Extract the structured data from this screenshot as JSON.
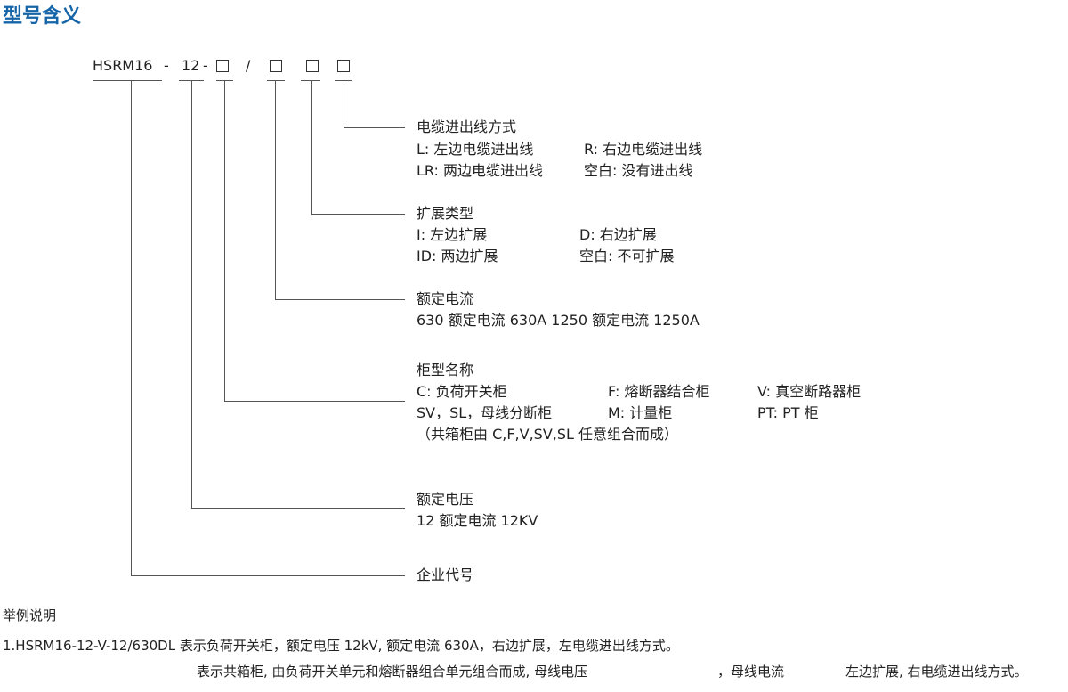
{
  "title": "型号含义",
  "code": {
    "prefix": "HSRM16",
    "dash1": "-",
    "twelve": "12",
    "dash2": "-",
    "slash": "/"
  },
  "cable": {
    "heading": "电缆进出线方式",
    "l": "L: 左边电缆进出线",
    "r": "R:  右边电缆进出线",
    "lr": "LR:  两边电缆进出线",
    "blank": "空白:  没有进出线"
  },
  "ext": {
    "heading": "扩展类型",
    "i": "I:  左边扩展",
    "d": "D:  右边扩展",
    "id": "ID:  两边扩展",
    "blank": "空白:  不可扩展"
  },
  "current": {
    "heading": "额定电流",
    "line": "630 额定电流 630A    1250 额定电流 1250A"
  },
  "cabinet": {
    "heading": "柜型名称",
    "c": "C:  负荷开关柜",
    "f": "F:  熔断器结合柜",
    "v": "V:  真空断路器柜",
    "sv": "SV，SL，母线分断柜",
    "m": "M:  计量柜",
    "pt": "PT:  PT 柜",
    "note": "（共箱柜由 C,F,V,SV,SL 任意组合而成）"
  },
  "voltage": {
    "heading": "额定电压",
    "line": "12 额定电流 12KV"
  },
  "enterprise": "企业代号",
  "example": {
    "heading": "举例说明",
    "line1": "1.HSRM16-12-V-12/630DL 表示负荷开关柜，额定电压 12kV, 额定电流 630A，右边扩展，左电缆进出线方式。",
    "line2a": "表示共箱柜, 由负荷开关单元和熔断器组合单元组合而成, 母线电压",
    "line2b": "，母线电流",
    "line2c": "左边扩展, 右电缆进出线方式。"
  }
}
